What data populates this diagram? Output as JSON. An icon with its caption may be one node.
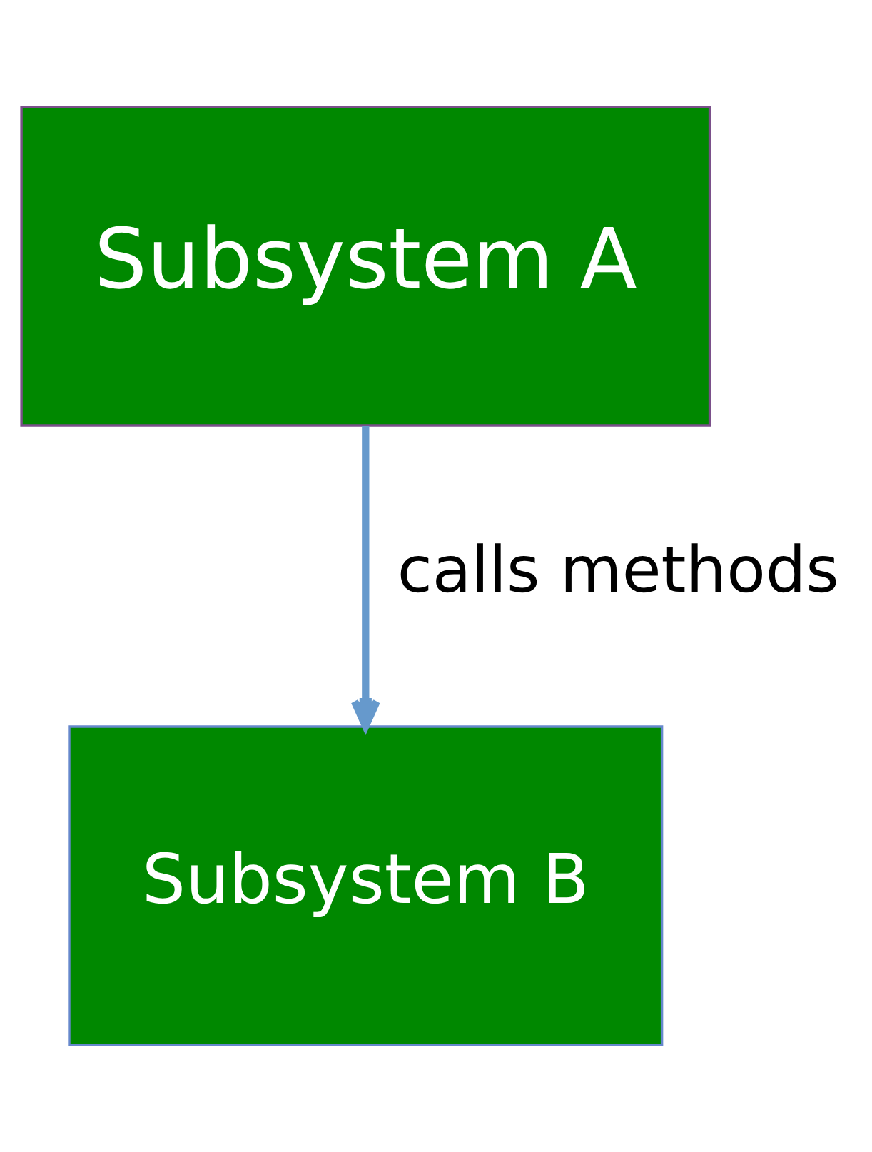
{
  "diagram": {
    "nodes": [
      {
        "text": [
          "Subsystem A"
        ]
      },
      {
        "text": [
          "Subsystem B"
        ]
      }
    ],
    "edges": [
      {
        "from": 0,
        "to": 1,
        "arrow": "to",
        "label": "calls methods",
        "color": "#6699cc"
      }
    ]
  }
}
